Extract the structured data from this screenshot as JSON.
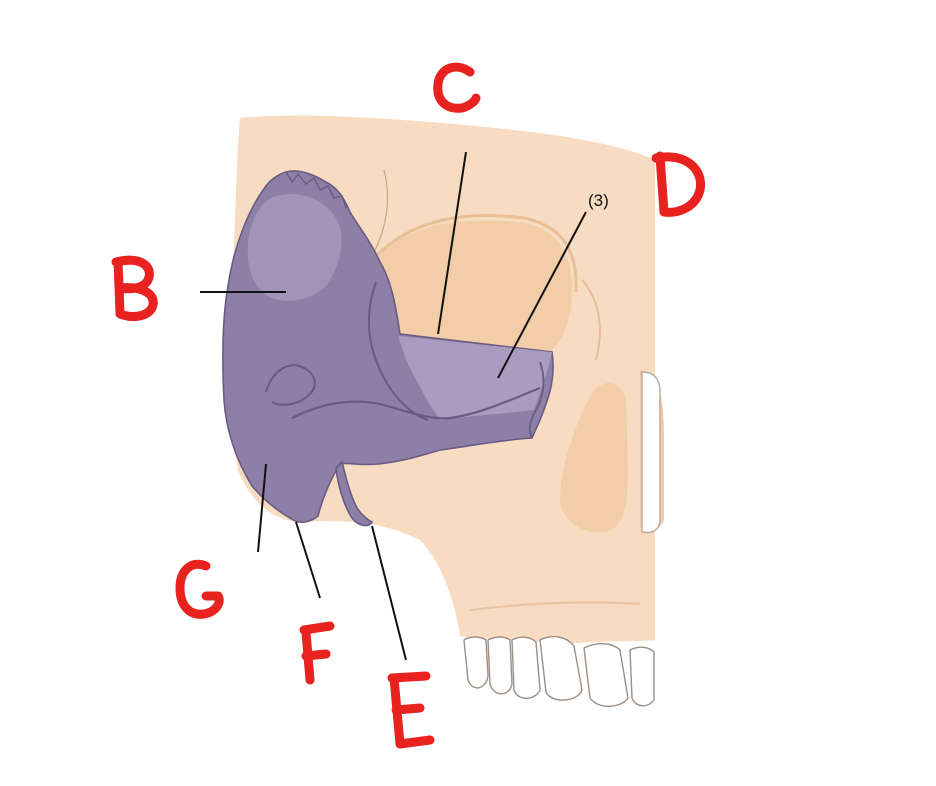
{
  "labels": {
    "b": "B",
    "c": "C",
    "d": "D",
    "e": "E",
    "f": "F",
    "g": "G",
    "num3": "(3)"
  },
  "colors": {
    "bone": "#f7dcc2",
    "bone_shadow": "#f0c9a6",
    "orbit": "#f2cda8",
    "bone_violet": "#8e7fa6",
    "bone_violet_light": "#b3a6c8",
    "bone_violet_dark": "#6a5b84",
    "teeth": "#ffffff",
    "letters": "#e8231f",
    "lines": "#111111"
  }
}
